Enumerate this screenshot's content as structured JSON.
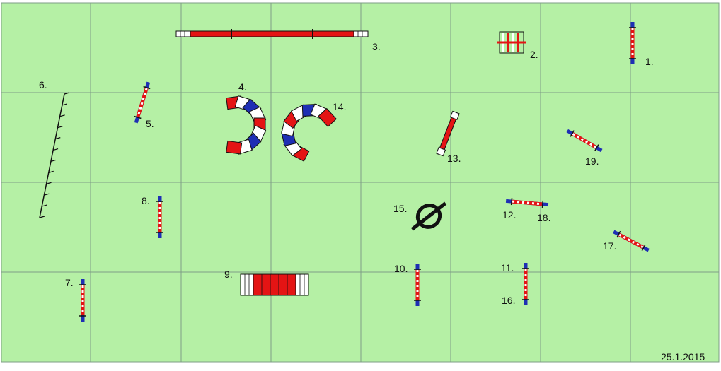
{
  "course": {
    "date": "25.1.2015",
    "colors": {
      "field": "#b5f0a5",
      "grid": "#7e9e86",
      "red": "#e41414",
      "blue": "#1e2fb4",
      "white": "#ffffff",
      "dark": "#111111",
      "weave_pole": "#2a7a2a"
    },
    "obstacles": [
      {
        "label": "1.",
        "kind": "hurdle"
      },
      {
        "label": "2.",
        "kind": "hurdle"
      },
      {
        "label": "3.",
        "kind": "dog-walk"
      },
      {
        "label": "4.",
        "kind": "tunnel"
      },
      {
        "label": "5.",
        "kind": "hurdle"
      },
      {
        "label": "6.",
        "kind": "weave-poles"
      },
      {
        "label": "7.",
        "kind": "hurdle"
      },
      {
        "label": "8.",
        "kind": "hurdle"
      },
      {
        "label": "9.",
        "kind": "a-frame"
      },
      {
        "label": "10.",
        "kind": "hurdle"
      },
      {
        "label": "11.",
        "kind": "hurdle"
      },
      {
        "label": "12.",
        "kind": "hurdle"
      },
      {
        "label": "13.",
        "kind": "seesaw"
      },
      {
        "label": "14.",
        "kind": "tunnel"
      },
      {
        "label": "15.",
        "kind": "tyre"
      },
      {
        "label": "16.",
        "kind": "hurdle"
      },
      {
        "label": "17.",
        "kind": "hurdle"
      },
      {
        "label": "18.",
        "kind": "hurdle"
      },
      {
        "label": "19.",
        "kind": "hurdle"
      }
    ]
  }
}
